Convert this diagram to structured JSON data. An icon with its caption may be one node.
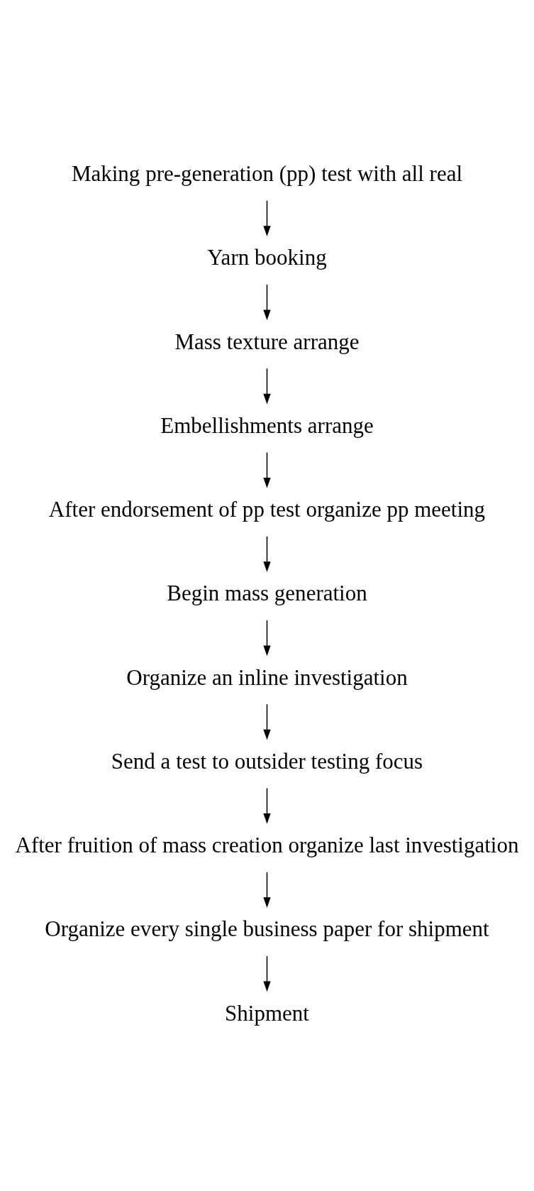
{
  "diagram": {
    "nodes": [
      {
        "text": [
          "Making pre-generation (pp) test with all real"
        ]
      },
      {
        "text": [
          "Yarn booking"
        ]
      },
      {
        "text": [
          "Mass texture arrange"
        ]
      },
      {
        "text": [
          "Embellishments arrange"
        ]
      },
      {
        "text": [
          "After endorsement of pp test organize pp meeting"
        ]
      },
      {
        "text": [
          "Begin mass generation"
        ]
      },
      {
        "text": [
          "Organize an inline investigation"
        ]
      },
      {
        "text": [
          "Send a test to outsider testing focus"
        ]
      },
      {
        "text": [
          "After fruition of mass creation organize last investigation"
        ]
      },
      {
        "text": [
          "Organize every single business paper for shipment"
        ]
      },
      {
        "text": [
          "Shipment"
        ]
      }
    ],
    "edges": [
      {
        "from": 0,
        "to": 1,
        "arrow": "to"
      },
      {
        "from": 1,
        "to": 2,
        "arrow": "to"
      },
      {
        "from": 2,
        "to": 3,
        "arrow": "to"
      },
      {
        "from": 3,
        "to": 4,
        "arrow": "to"
      },
      {
        "from": 4,
        "to": 5,
        "arrow": "to"
      },
      {
        "from": 5,
        "to": 6,
        "arrow": "to"
      },
      {
        "from": 6,
        "to": 7,
        "arrow": "to"
      },
      {
        "from": 7,
        "to": 8,
        "arrow": "to"
      },
      {
        "from": 8,
        "to": 9,
        "arrow": "to"
      },
      {
        "from": 9,
        "to": 10,
        "arrow": "to"
      }
    ]
  }
}
